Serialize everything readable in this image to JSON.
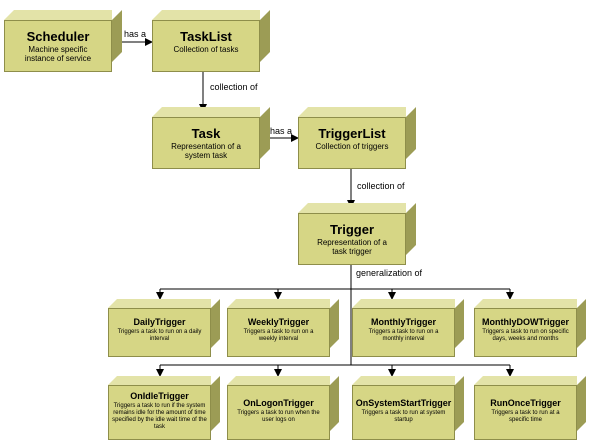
{
  "nodes": {
    "scheduler": {
      "title": "Scheduler",
      "desc": "Machine specific instance of service"
    },
    "tasklist": {
      "title": "TaskList",
      "desc": "Collection of tasks"
    },
    "task": {
      "title": "Task",
      "desc": "Representation of a system task"
    },
    "triggerlist": {
      "title": "TriggerList",
      "desc": "Collection of triggers"
    },
    "trigger": {
      "title": "Trigger",
      "desc": "Representation of a task trigger"
    },
    "daily": {
      "title": "DailyTrigger",
      "desc": "Triggers a task to run on a daily interval"
    },
    "weekly": {
      "title": "WeeklyTrigger",
      "desc": "Triggers a task to run on a weekly interval"
    },
    "monthly": {
      "title": "MonthlyTrigger",
      "desc": "Triggers a task to run on a monthly interval"
    },
    "monthlydow": {
      "title": "MonthlyDOWTrigger",
      "desc": "Triggers a task to run on specific days, weeks and months"
    },
    "onidle": {
      "title": "OnIdleTrigger",
      "desc": "Triggers a task to run if the system remains idle for the amount of time specified by the idle wait time of the task"
    },
    "onlogon": {
      "title": "OnLogonTrigger",
      "desc": "Triggers a task to run when the user logs on"
    },
    "onsystemstart": {
      "title": "OnSystemStartTrigger",
      "desc": "Triggers a task to run at system startup"
    },
    "runonce": {
      "title": "RunOnceTrigger",
      "desc": "Triggers a task to run at a specific time"
    }
  },
  "edges": {
    "scheduler_tasklist": "has a",
    "tasklist_task": "collection of",
    "task_triggerlist": "has a",
    "triggerlist_trigger": "collection of",
    "trigger_subtypes": "generalization of"
  },
  "colors": {
    "box_front": "#d6d685",
    "box_top": "#e3e3a8",
    "box_side": "#9c9c55",
    "line": "#000000"
  }
}
